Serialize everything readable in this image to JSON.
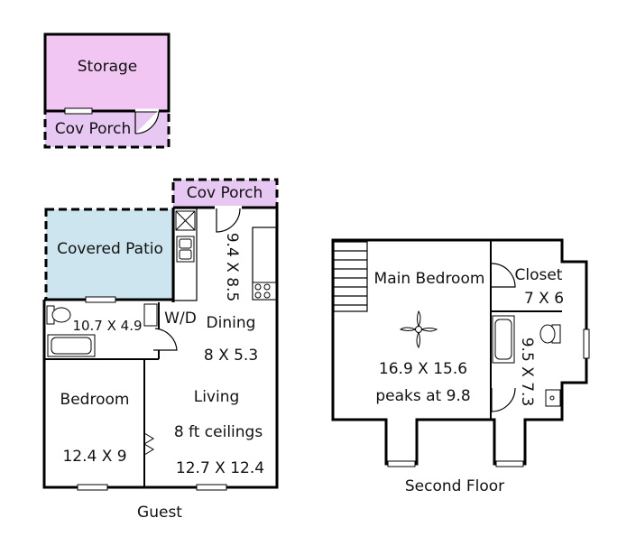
{
  "colors": {
    "storage_fill": "#f2c6f2",
    "porch_fill": "#e6c8f3",
    "patio_fill": "#cde5ee",
    "wall": "#000000",
    "background": "#ffffff"
  },
  "icons": [
    "door-swing-icon",
    "window-icon",
    "sink-icon",
    "stove-icon",
    "toilet-icon",
    "bathtub-icon",
    "ceiling-fan-icon",
    "stairs-icon"
  ],
  "outbuilding": {
    "storage_label": "Storage",
    "porch_label": "Cov Porch"
  },
  "guest": {
    "caption": "Guest",
    "porch_label": "Cov Porch",
    "patio_label": "Covered Patio",
    "kitchen_dims": "9.4 X 8.5",
    "bath_dims": "10.7 X 4.9",
    "wd_label": "W/D",
    "dining_label": "Dining",
    "dining_dims": "8 X 5.3",
    "bedroom_label": "Bedroom",
    "bedroom_dims": "12.4 X 9",
    "living_label": "Living",
    "living_note": "8 ft ceilings",
    "living_dims": "12.7 X 12.4"
  },
  "second_floor": {
    "caption": "Second Floor",
    "main_bedroom_label": "Main Bedroom",
    "main_bedroom_dims": "16.9 X 15.6",
    "main_bedroom_note": "peaks at 9.8",
    "closet_label": "Closet",
    "closet_dims": "7 X 6",
    "bath_dims": "9.5 X 7.3"
  }
}
